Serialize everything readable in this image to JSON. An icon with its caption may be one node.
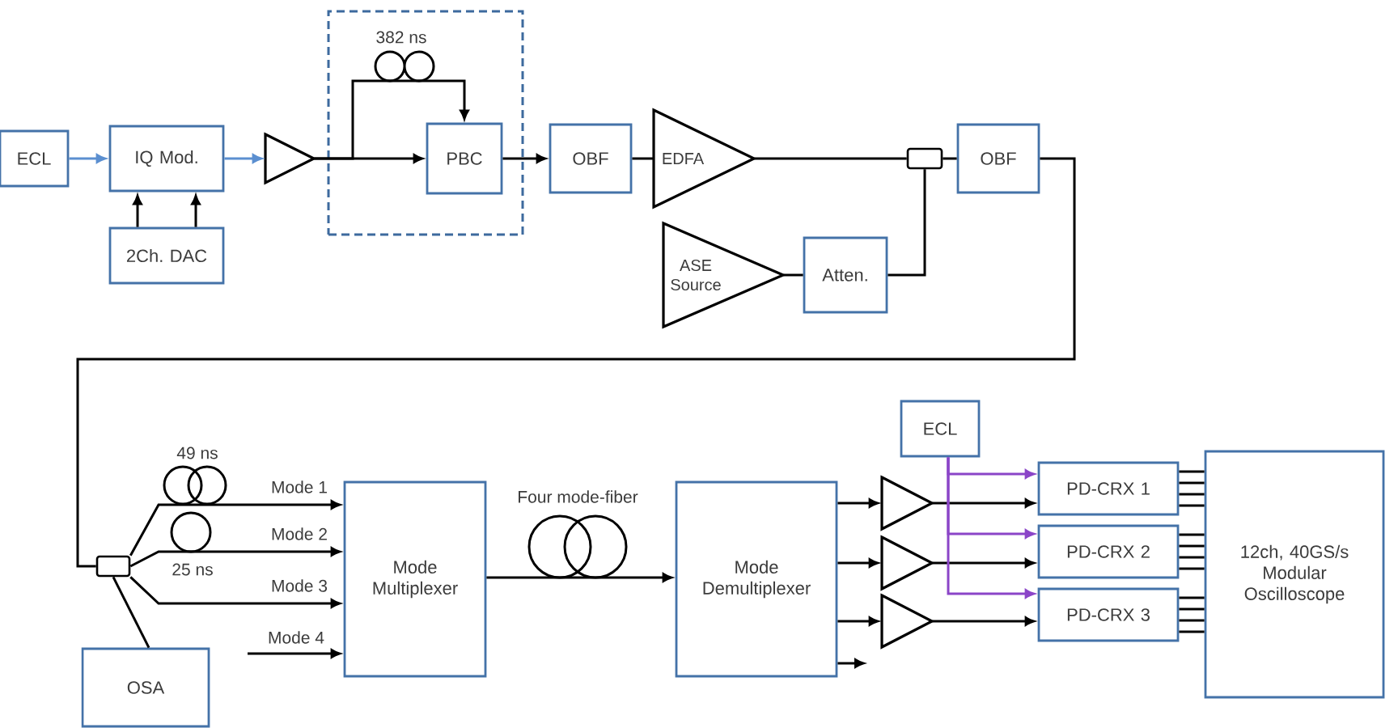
{
  "diagram": {
    "nodes": [
      {
        "text": [
          "ECL"
        ]
      },
      {
        "text": [
          "IQ Mod."
        ]
      },
      {
        "text": [
          "2Ch. DAC"
        ]
      },
      {
        "text": [],
        "shape": "triangle"
      },
      {
        "text": [],
        "shape": "box"
      },
      {
        "text": [
          "PBC"
        ],
        "in": 4
      },
      {
        "text": [
          "OBF"
        ]
      },
      {
        "text": [
          "EDFA"
        ]
      },
      {
        "text": [],
        "shape": "box"
      },
      {
        "text": [
          "OBF"
        ]
      },
      {
        "text": [
          "ASE Source"
        ]
      },
      {
        "text": [
          "Atten."
        ]
      },
      {
        "text": [],
        "shape": "box"
      },
      {
        "text": [
          "OSA"
        ]
      },
      {
        "text": [
          "Mode Multiplexer"
        ]
      },
      {
        "text": [
          "Mode Demultiplexer"
        ]
      },
      {
        "text": [],
        "shape": "triangle"
      },
      {
        "text": [],
        "shape": "triangle"
      },
      {
        "text": [],
        "shape": "triangle"
      },
      {
        "text": [
          "ECL"
        ]
      },
      {
        "text": [
          "PD-CRX 1"
        ]
      },
      {
        "text": [
          "PD-CRX 2"
        ]
      },
      {
        "text": [
          "PD-CRX 3"
        ]
      },
      {
        "text": [
          "12ch, 40GS/s Modular Oscilloscope"
        ]
      }
    ],
    "edges": [
      {
        "from": 0,
        "to": 1,
        "arrow": "to",
        "color": "#5b8fd0"
      },
      {
        "from": 2,
        "to": 1,
        "arrow": "to"
      },
      {
        "from": 2,
        "to": 1,
        "arrow": "to"
      },
      {
        "from": 1,
        "to": 3,
        "arrow": "to",
        "color": "#5b8fd0"
      },
      {
        "from": 3,
        "to": 5,
        "arrow": "to"
      },
      {
        "from": 3,
        "to": 5,
        "arrow": "to"
      },
      {
        "from": 5,
        "to": 6,
        "arrow": "to"
      },
      {
        "from": 6,
        "to": 7,
        "arrow": "none"
      },
      {
        "from": 7,
        "to": 8,
        "arrow": "none"
      },
      {
        "from": 8,
        "to": 9,
        "arrow": "none"
      },
      {
        "from": 10,
        "to": 11,
        "arrow": "none"
      },
      {
        "from": 11,
        "to": 8,
        "arrow": "none"
      },
      {
        "from": 9,
        "to": 12,
        "arrow": "none"
      },
      {
        "from": 12,
        "to": 13,
        "arrow": "none"
      },
      {
        "from": 12,
        "to": 14,
        "arrow": "to",
        "label": "Mode 1"
      },
      {
        "from": 12,
        "to": 14,
        "arrow": "to",
        "label": "Mode 2"
      },
      {
        "from": 12,
        "to": 14,
        "arrow": "to",
        "label": "Mode 3"
      },
      {
        "from": null,
        "to": 14,
        "arrow": "to",
        "label": "Mode 4"
      },
      {
        "from": 14,
        "to": 15,
        "arrow": "to",
        "label": "Four mode-fiber"
      },
      {
        "from": 15,
        "to": 16,
        "arrow": "to"
      },
      {
        "from": 15,
        "to": 17,
        "arrow": "to"
      },
      {
        "from": 15,
        "to": 18,
        "arrow": "to"
      },
      {
        "from": 15,
        "to": null,
        "arrow": "to"
      },
      {
        "from": 16,
        "to": 20,
        "arrow": "to"
      },
      {
        "from": 17,
        "to": 21,
        "arrow": "to"
      },
      {
        "from": 18,
        "to": 22,
        "arrow": "to"
      },
      {
        "from": 19,
        "to": 20,
        "arrow": "to",
        "color": "#8b45c8"
      },
      {
        "from": 19,
        "to": 21,
        "arrow": "to",
        "color": "#8b45c8"
      },
      {
        "from": 19,
        "to": 22,
        "arrow": "to",
        "color": "#8b45c8"
      },
      {
        "from": 20,
        "to": 23,
        "arrow": "none"
      },
      {
        "from": 20,
        "to": 23,
        "arrow": "none"
      },
      {
        "from": 20,
        "to": 23,
        "arrow": "none"
      },
      {
        "from": 20,
        "to": 23,
        "arrow": "none"
      },
      {
        "from": 21,
        "to": 23,
        "arrow": "none"
      },
      {
        "from": 21,
        "to": 23,
        "arrow": "none"
      },
      {
        "from": 21,
        "to": 23,
        "arrow": "none"
      },
      {
        "from": 21,
        "to": 23,
        "arrow": "none"
      },
      {
        "from": 22,
        "to": 23,
        "arrow": "none"
      },
      {
        "from": 22,
        "to": 23,
        "arrow": "none"
      },
      {
        "from": 22,
        "to": 23,
        "arrow": "none"
      },
      {
        "from": 22,
        "to": 23,
        "arrow": "none"
      }
    ],
    "labels": [
      "382 ns",
      "49 ns",
      "25 ns"
    ]
  }
}
